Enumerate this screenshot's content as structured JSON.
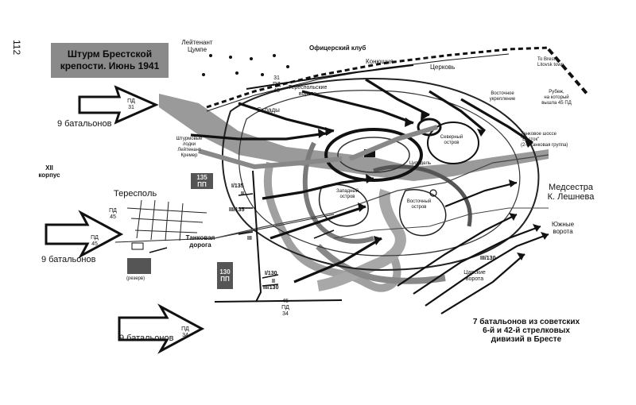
{
  "page_number": "112",
  "title": "Штурм Брестской крепости. Июнь 1941",
  "labels": {
    "lt_zumpe": [
      "Лейтенант",
      "Цумпе"
    ],
    "officer_club": "Офицерский клуб",
    "stables": "Конюшня",
    "church": "Церковь",
    "terespol_gate": [
      "Тереспольские",
      "ворота"
    ],
    "warehouses": "Склады",
    "to_brest": [
      "To Brest",
      "Litovsk town"
    ],
    "east_fort": [
      "Восточное",
      "укрепление"
    ],
    "ravine": [
      "Рубеж,",
      "на который",
      "вышла 45 ПД"
    ],
    "tank_highway": [
      "Танковое шоссе",
      "\"Восток\"",
      "(2-я танковая группа)"
    ],
    "north_island": [
      "Северный",
      "остров"
    ],
    "citadel": "Цитадель",
    "west_island": [
      "Западный",
      "остров"
    ],
    "east_island": [
      "Восточный",
      "остров"
    ],
    "assault_boats": [
      "Штурмовые",
      "лодки",
      "Лейтенант",
      "Кремер"
    ],
    "nurse": [
      "Медсестра",
      "К. Лешнева"
    ],
    "south_gate": [
      "Южные",
      "ворота"
    ],
    "terespol": "Тереспoль",
    "tank_road": [
      "Танковая",
      "дорога"
    ],
    "reserve": "(резерв)",
    "tsar_gate": [
      "Царские",
      "ворота"
    ],
    "xii_corps": [
      "XII",
      "корпус"
    ],
    "soviet_battalions": [
      "7 батальонов из советских",
      "6-й и 42-й стрелковых",
      "дивизий в Бресте"
    ]
  },
  "units": {
    "pd31": [
      "ПД",
      "31"
    ],
    "pd45_top": [
      "31",
      "ПД",
      "45"
    ],
    "pd45_left": [
      "ПД",
      "45"
    ],
    "pd45_arrow": [
      "ПД",
      "45"
    ],
    "pd34_arrow": [
      "ПД",
      "34"
    ],
    "pd45_34_bottom": [
      "45",
      "ПД",
      "34"
    ],
    "i135": "I/135",
    "ii": "II",
    "iii135": "III/135",
    "iii": "III",
    "i130": "I/130",
    "ii2": "II",
    "iii130": "III/130",
    "iii130_right": "III/130",
    "box135": [
      "135",
      "ПП"
    ],
    "box130": [
      "130",
      "ПП"
    ]
  },
  "arrows": {
    "top_left": "9 батальонов",
    "mid_left": "9 батальонов",
    "bottom_left": "9 батальонов"
  }
}
